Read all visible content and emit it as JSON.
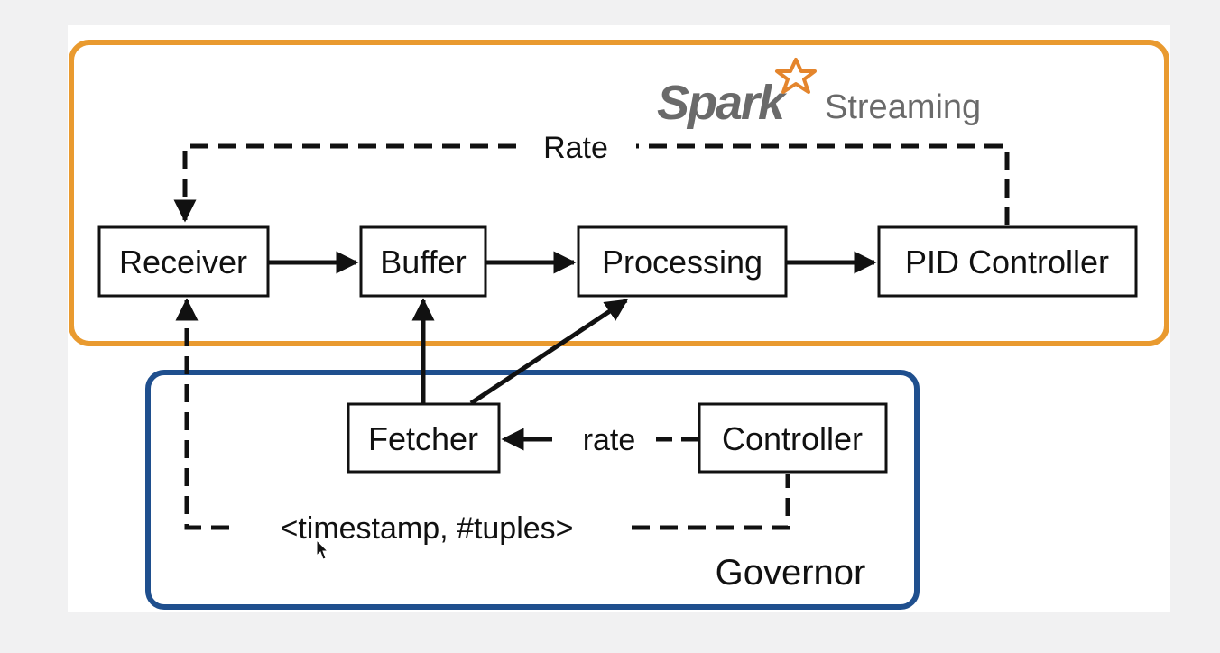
{
  "colors": {
    "background": "#f1f1f2",
    "panel": "#ffffff",
    "spark_border": "#e99a2f",
    "governor_border": "#1f4f8e",
    "ink": "#111111",
    "logo_gray": "#6a6a6a",
    "logo_star": "#e4852d"
  },
  "spark": {
    "logo_text": "Spark",
    "logo_subtitle": "Streaming",
    "rate_label": "Rate"
  },
  "governor": {
    "title": "Governor",
    "rate_label": "rate",
    "feedback_label": "<timestamp, #tuples>"
  },
  "nodes": {
    "receiver": "Receiver",
    "buffer": "Buffer",
    "processing": "Processing",
    "pid_controller": "PID Controller",
    "fetcher": "Fetcher",
    "controller": "Controller"
  },
  "icons": {
    "logo_star": "star-icon",
    "cursor": "mouse-cursor-icon"
  }
}
